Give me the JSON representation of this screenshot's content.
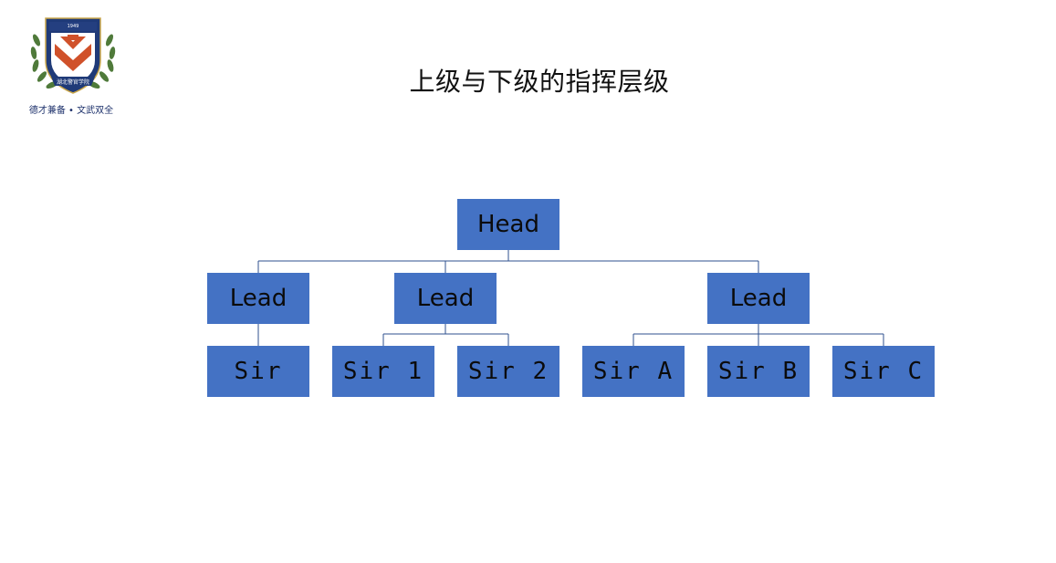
{
  "slide": {
    "title": "上级与下级的指挥层级",
    "motto": "德才兼备 • 文武双全",
    "logo_icon": "police-school-emblem-icon",
    "logo_year": "1949",
    "logo_banner": "湖北警官学院"
  },
  "org_chart": {
    "node_color": "#4472c4",
    "line_color": "#2f528f",
    "head": "Head",
    "leads": [
      "Lead",
      "Lead",
      "Lead"
    ],
    "sirs": [
      "Sir",
      "Sir 1",
      "Sir 2",
      "Sir A",
      "Sir B",
      "Sir C"
    ]
  }
}
